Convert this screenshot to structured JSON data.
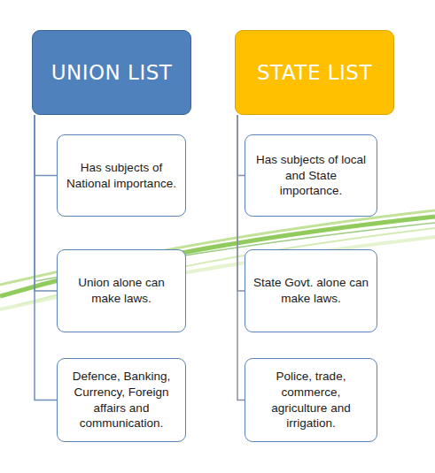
{
  "diagram": {
    "nodes": [
      {
        "text": [
          "UNION LIST"
        ]
      },
      {
        "text": [
          "Has subjects of National importance."
        ]
      },
      {
        "text": [
          "Union alone can make laws."
        ]
      },
      {
        "text": [
          "Defence, Banking, Currency, Foreign affairs and communication."
        ]
      },
      {
        "text": [
          "STATE LIST"
        ]
      },
      {
        "text": [
          "Has subjects of local and State importance."
        ]
      },
      {
        "text": [
          "State Govt. alone can make laws."
        ]
      },
      {
        "text": [
          "Police, trade, commerce, agriculture and irrigation."
        ]
      }
    ],
    "edges": [
      {
        "from": 0,
        "to": 1,
        "arrow": "none"
      },
      {
        "from": 0,
        "to": 2,
        "arrow": "none"
      },
      {
        "from": 0,
        "to": 3,
        "arrow": "none"
      },
      {
        "from": 4,
        "to": 5,
        "arrow": "none"
      },
      {
        "from": 4,
        "to": 6,
        "arrow": "none"
      },
      {
        "from": 4,
        "to": 7,
        "arrow": "none"
      }
    ]
  }
}
